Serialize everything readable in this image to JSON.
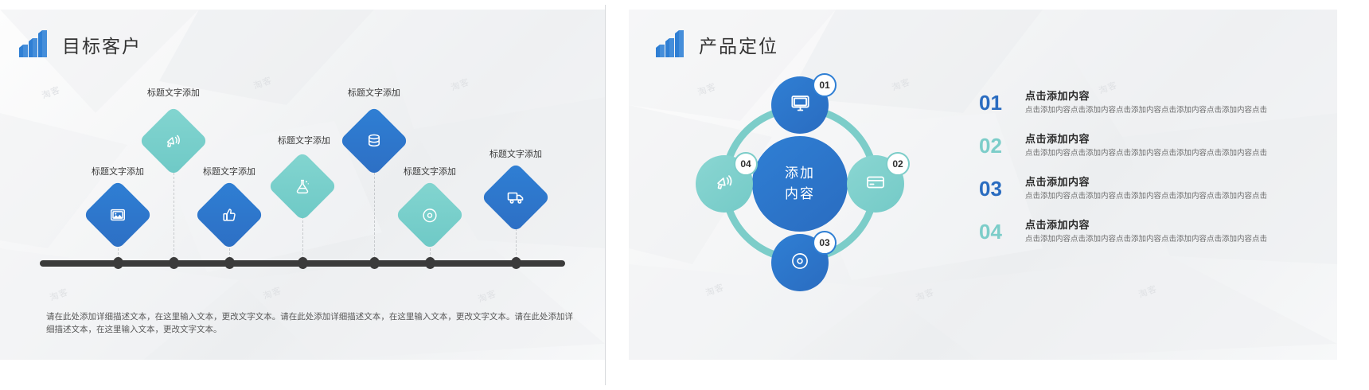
{
  "left_slide": {
    "title": "目标客户",
    "logo_icon": "bar-chart-3d-icon",
    "steps": [
      {
        "label": "标题文字添加",
        "icon": "image-icon",
        "color": "blue"
      },
      {
        "label": "标题文字添加",
        "icon": "megaphone-icon",
        "color": "teal"
      },
      {
        "label": "标题文字添加",
        "icon": "thumbs-up-icon",
        "color": "blue"
      },
      {
        "label": "标题文字添加",
        "icon": "flask-icon",
        "color": "teal"
      },
      {
        "label": "标题文字添加",
        "icon": "database-icon",
        "color": "blue"
      },
      {
        "label": "标题文字添加",
        "icon": "disc-icon",
        "color": "teal"
      },
      {
        "label": "标题文字添加",
        "icon": "truck-icon",
        "color": "blue"
      }
    ],
    "paragraph": "请在此处添加详细描述文本，在这里输入文本，更改文字文本。请在此处添加详细描述文本，在这里输入文本，更改文字文本。请在此处添加详细描述文本，在这里输入文本，更改文字文本。"
  },
  "right_slide": {
    "title": "产品定位",
    "logo_icon": "bar-chart-3d-icon",
    "center_line1": "添加",
    "center_line2": "内容",
    "nodes": [
      {
        "number": "01",
        "icon": "monitor-icon",
        "color": "blue"
      },
      {
        "number": "02",
        "icon": "credit-card-icon",
        "color": "teal"
      },
      {
        "number": "03",
        "icon": "disc-icon",
        "color": "blue"
      },
      {
        "number": "04",
        "icon": "megaphone-icon",
        "color": "teal"
      }
    ],
    "items": [
      {
        "number": "01",
        "heading": "点击添加内容",
        "body": "点击添加内容点击添加内容点击添加内容点击添加内容点击添加内容点击",
        "tone": "dark"
      },
      {
        "number": "02",
        "heading": "点击添加内容",
        "body": "点击添加内容点击添加内容点击添加内容点击添加内容点击添加内容点击",
        "tone": "light"
      },
      {
        "number": "03",
        "heading": "点击添加内容",
        "body": "点击添加内容点击添加内容点击添加内容点击添加内容点击添加内容点击",
        "tone": "dark"
      },
      {
        "number": "04",
        "heading": "点击添加内容",
        "body": "点击添加内容点击添加内容点击添加内容点击添加内容点击添加内容点击",
        "tone": "light"
      }
    ]
  },
  "colors": {
    "blue": "#2a6cc0",
    "teal": "#7ccdc9",
    "text_dark": "#2b2b2b",
    "text_body": "#6d6d6d",
    "timeline": "#3b3b3b"
  },
  "watermark": "淘客"
}
